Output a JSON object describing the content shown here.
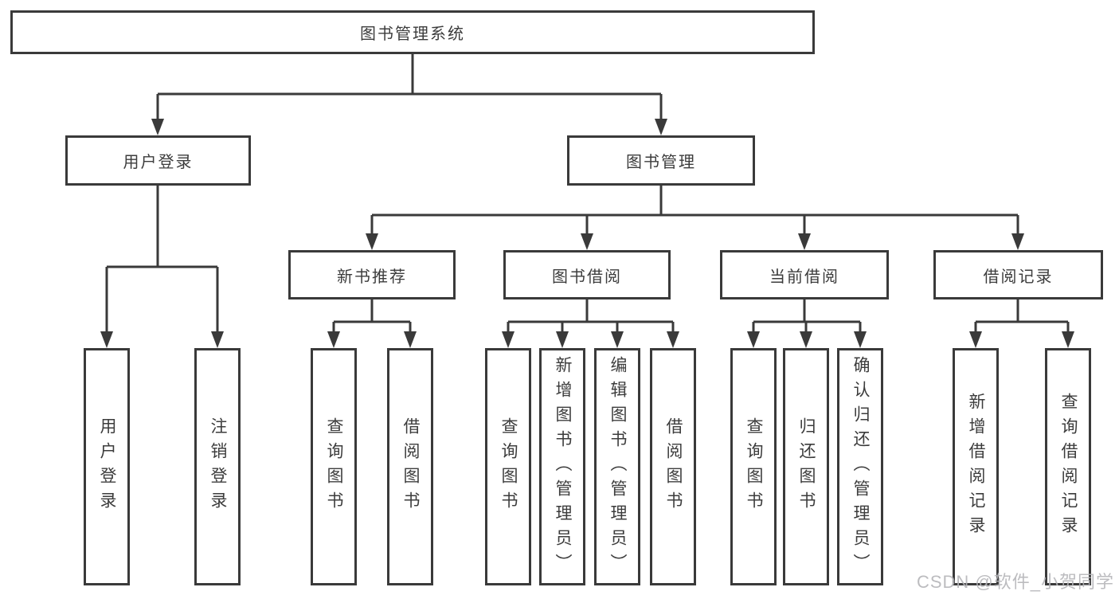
{
  "root_label": "图书管理系统",
  "level2": {
    "user_login": "用户登录",
    "book_mgmt": "图书管理"
  },
  "level3": {
    "new_books": "新书推荐",
    "book_borrow": "图书借阅",
    "current_borrow": "当前借阅",
    "borrow_records": "借阅记录"
  },
  "leaves": {
    "user_login": [
      "用户登录",
      "注销登录"
    ],
    "new_books": [
      "查询图书",
      "借阅图书"
    ],
    "book_borrow": [
      "查询图书",
      "新增图书（管理员）",
      "编辑图书（管理员）",
      "借阅图书"
    ],
    "current_borrow": [
      "查询图书",
      "归还图书",
      "确认归还（管理员）"
    ],
    "borrow_records": [
      "新增借阅记录",
      "查询借阅记录"
    ]
  },
  "watermark": "CSDN @软件_小贺同学",
  "colors": {
    "line": "#3a3a3a",
    "text": "#3c3c3c",
    "watermark": "#b5b5b9",
    "background": "#ffffff"
  }
}
